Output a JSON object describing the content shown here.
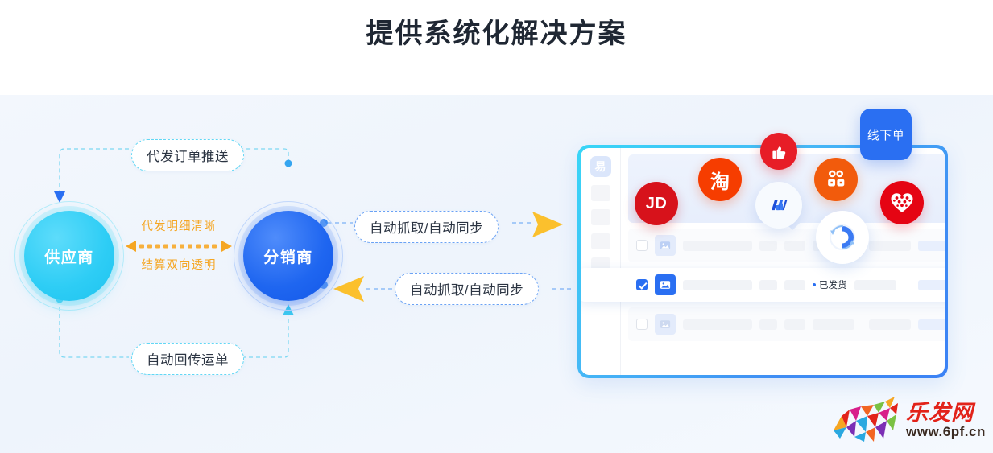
{
  "page": {
    "title": "提供系统化解决方案"
  },
  "flow": {
    "nodes": {
      "supplier": {
        "label": "供应商",
        "color": "#2ecdf5"
      },
      "distributor": {
        "label": "分销商",
        "color": "#1f66f0"
      }
    },
    "pills": {
      "top": "代发订单推送",
      "bottom": "自动回传运单",
      "mid_upper": "自动抓取/自动同步",
      "mid_lower": "自动抓取/自动同步"
    },
    "center": {
      "text_above": "代发明细清晰",
      "text_below": "结算双向透明",
      "arrow_color": "#f5a623"
    }
  },
  "panel": {
    "border_gradient_from": "#38d6f7",
    "border_gradient_to": "#3b82f5",
    "sidebar": {
      "logo_text": "易",
      "placeholder_count": 6
    },
    "rows": [
      {
        "checked": false,
        "selected": false,
        "status": ""
      },
      {
        "checked": true,
        "selected": true,
        "status": "已发货"
      },
      {
        "checked": false,
        "selected": false,
        "status": ""
      }
    ]
  },
  "platforms": [
    {
      "key": "jd",
      "label": "JD",
      "color": "#d7121b"
    },
    {
      "key": "tb",
      "label": "淘",
      "color": "#f63d00"
    },
    {
      "key": "thumb",
      "label": "",
      "color": "#e71d27"
    },
    {
      "key": "1688",
      "label": "",
      "color": "#1f4fd8"
    },
    {
      "key": "ks",
      "label": "",
      "color": "#f25b0c"
    },
    {
      "key": "vip",
      "label": "",
      "color": "#e50413"
    }
  ],
  "badge": {
    "offline_order": "线下单"
  },
  "watermark": {
    "brand": "乐发网",
    "url": "www.6pf.cn"
  }
}
